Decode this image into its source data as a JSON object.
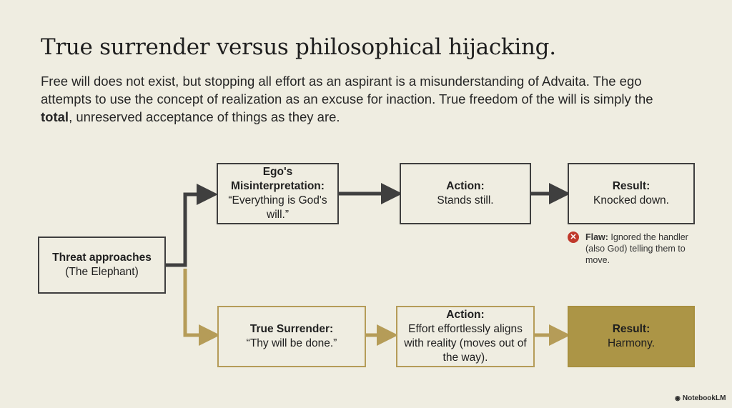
{
  "title": "True surrender versus philosophical hijacking.",
  "intro": {
    "line_a": "Free will does not exist, but stopping all effort as an aspirant is a misunderstanding of Advaita. The ego attempts to use the concept of realization as an excuse for inaction. True freedom of the will is simply the ",
    "bold_a": "total",
    "line_b": ", unreserved acceptance of things as they are."
  },
  "start": {
    "heading": "Threat approaches",
    "sub": "(The Elephant)"
  },
  "top_path": {
    "misinterpretation": {
      "heading": "Ego's Misinterpretation:",
      "sub": "“Everything is God's will.”"
    },
    "action": {
      "heading": "Action:",
      "sub": "Stands still."
    },
    "result": {
      "heading": "Result:",
      "sub": "Knocked down."
    },
    "flaw": {
      "label": "Flaw:",
      "text": " Ignored the handler (also God) telling them to move.",
      "icon": "x-circle-icon"
    }
  },
  "bottom_path": {
    "surrender": {
      "heading": "True Surrender:",
      "sub": "“Thy will be done.”"
    },
    "action": {
      "heading": "Action:",
      "sub": "Effort effortlessly aligns with reality (moves out of the way)."
    },
    "result": {
      "heading": "Result:",
      "sub": "Harmony."
    }
  },
  "brand": {
    "label": "NotebookLM",
    "icon": "notebooklm-logo-icon"
  },
  "colors": {
    "dark_path": "#3f3f3f",
    "gold_path": "#b59c58",
    "result_fill": "#ac9546",
    "flaw_icon": "#c0392b",
    "background": "#efede1"
  }
}
